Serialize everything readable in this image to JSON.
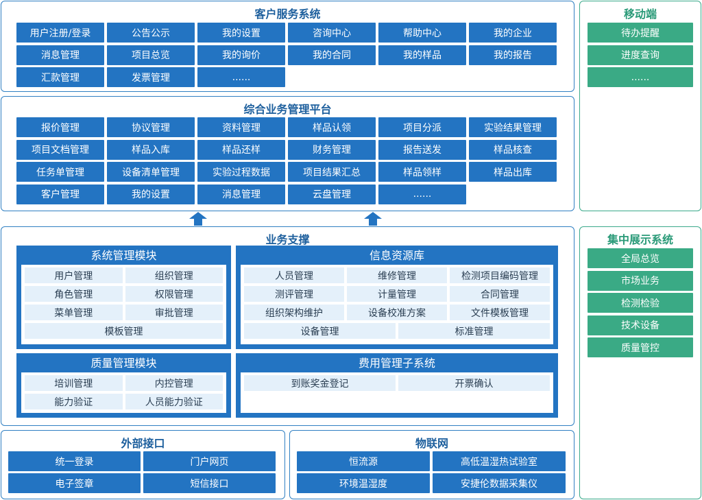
{
  "customer_service": {
    "title": "客户服务系统",
    "items": [
      "用户注册/登录",
      "公告公示",
      "我的设置",
      "咨询中心",
      "帮助中心",
      "我的企业",
      "消息管理",
      "项目总览",
      "我的询价",
      "我的合同",
      "我的样品",
      "我的报告",
      "汇款管理",
      "发票管理",
      "......"
    ]
  },
  "mobile": {
    "title": "移动端",
    "items": [
      "待办提醒",
      "进度查询",
      "......"
    ]
  },
  "platform": {
    "title": "综合业务管理平台",
    "items": [
      "报价管理",
      "协议管理",
      "资料管理",
      "样品认领",
      "项目分派",
      "实验结果管理",
      "项目文档管理",
      "样品入库",
      "样品还样",
      "财务管理",
      "报告送发",
      "样品核查",
      "任务单管理",
      "设备清单管理",
      "实验过程数据",
      "项目结果汇总",
      "样品领样",
      "样品出库",
      "客户管理",
      "我的设置",
      "消息管理",
      "云盘管理",
      "......"
    ]
  },
  "support": {
    "title": "业务支撑",
    "system_module": {
      "title": "系统管理模块",
      "items": [
        "用户管理",
        "组织管理",
        "角色管理",
        "权限管理",
        "菜单管理",
        "审批管理",
        "模板管理"
      ]
    },
    "info_library": {
      "title": "信息资源库",
      "items": [
        "人员管理",
        "维修管理",
        "检测项目编码管理",
        "测评管理",
        "计量管理",
        "合同管理",
        "组织架构维护",
        "设备校准方案",
        "文件模板管理",
        "设备管理",
        "标准管理"
      ]
    },
    "quality_module": {
      "title": "质量管理模块",
      "items": [
        "培训管理",
        "内控管理",
        "能力验证",
        "人员能力验证"
      ]
    },
    "cost_module": {
      "title": "费用管理子系统",
      "items": [
        "到账奖金登记",
        "开票确认"
      ]
    }
  },
  "display": {
    "title": "集中展示系统",
    "items": [
      "全局总览",
      "市场业务",
      "检测检验",
      "技术设备",
      "质量管控"
    ]
  },
  "external": {
    "title": "外部接口",
    "items": [
      "统一登录",
      "门户网页",
      "电子签章",
      "短信接口"
    ]
  },
  "iot": {
    "title": "物联网",
    "items": [
      "恒流源",
      "高低温湿热试验室",
      "环境温湿度",
      "安捷伦数据采集仪"
    ]
  },
  "colors": {
    "primary": "#2374c2",
    "green": "#3aaa85",
    "light": "#e4f0fa",
    "border": "#2f7fc2"
  }
}
